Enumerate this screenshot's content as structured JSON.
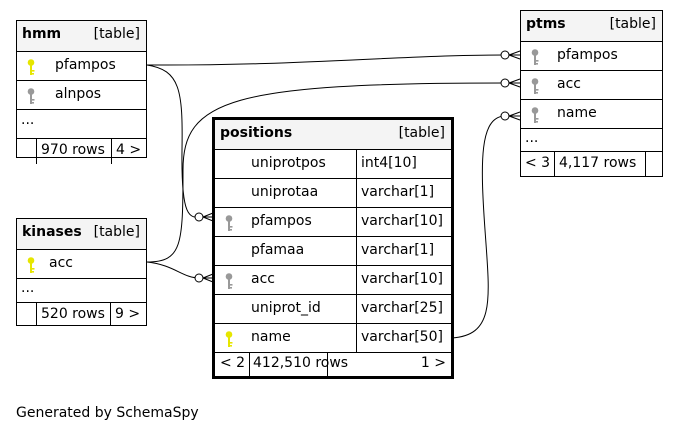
{
  "tables": {
    "hmm": {
      "name": "hmm",
      "tag": "[table]",
      "columns": [
        {
          "name": "pfampos",
          "key": "primary"
        },
        {
          "name": "alnpos",
          "key": "index"
        }
      ],
      "more": "...",
      "rows": "970 rows",
      "children": "4 >"
    },
    "kinases": {
      "name": "kinases",
      "tag": "[table]",
      "columns": [
        {
          "name": "acc",
          "key": "primary"
        }
      ],
      "more": "...",
      "rows": "520 rows",
      "children": "9 >"
    },
    "ptms": {
      "name": "ptms",
      "tag": "[table]",
      "columns": [
        {
          "name": "pfampos",
          "key": "index"
        },
        {
          "name": "acc",
          "key": "index"
        },
        {
          "name": "name",
          "key": "index"
        }
      ],
      "more": "...",
      "parents": "< 3",
      "rows": "4,117 rows"
    },
    "positions": {
      "name": "positions",
      "tag": "[table]",
      "columns": [
        {
          "name": "uniprotpos",
          "type": "int4[10]",
          "key": "none"
        },
        {
          "name": "uniprotaa",
          "type": "varchar[1]",
          "key": "none"
        },
        {
          "name": "pfampos",
          "type": "varchar[10]",
          "key": "index"
        },
        {
          "name": "pfamaa",
          "type": "varchar[1]",
          "key": "none"
        },
        {
          "name": "acc",
          "type": "varchar[10]",
          "key": "index"
        },
        {
          "name": "uniprot_id",
          "type": "varchar[25]",
          "key": "none"
        },
        {
          "name": "name",
          "type": "varchar[50]",
          "key": "primary"
        }
      ],
      "parents": "< 2",
      "rows": "412,510 rows",
      "children": "1 >"
    }
  },
  "relationships": [
    {
      "from": "hmm.pfampos",
      "to": "positions.pfampos"
    },
    {
      "from": "hmm.pfampos",
      "to": "ptms.pfampos"
    },
    {
      "from": "kinases.acc",
      "to": "positions.acc"
    },
    {
      "from": "kinases.acc",
      "to": "ptms.acc"
    },
    {
      "from": "positions.name",
      "to": "ptms.name"
    }
  ],
  "colors": {
    "primary_key": "#e6e600",
    "index_key": "#999999",
    "header_bg": "#f4f4f4",
    "line": "#000000"
  },
  "footer": "Generated by SchemaSpy"
}
